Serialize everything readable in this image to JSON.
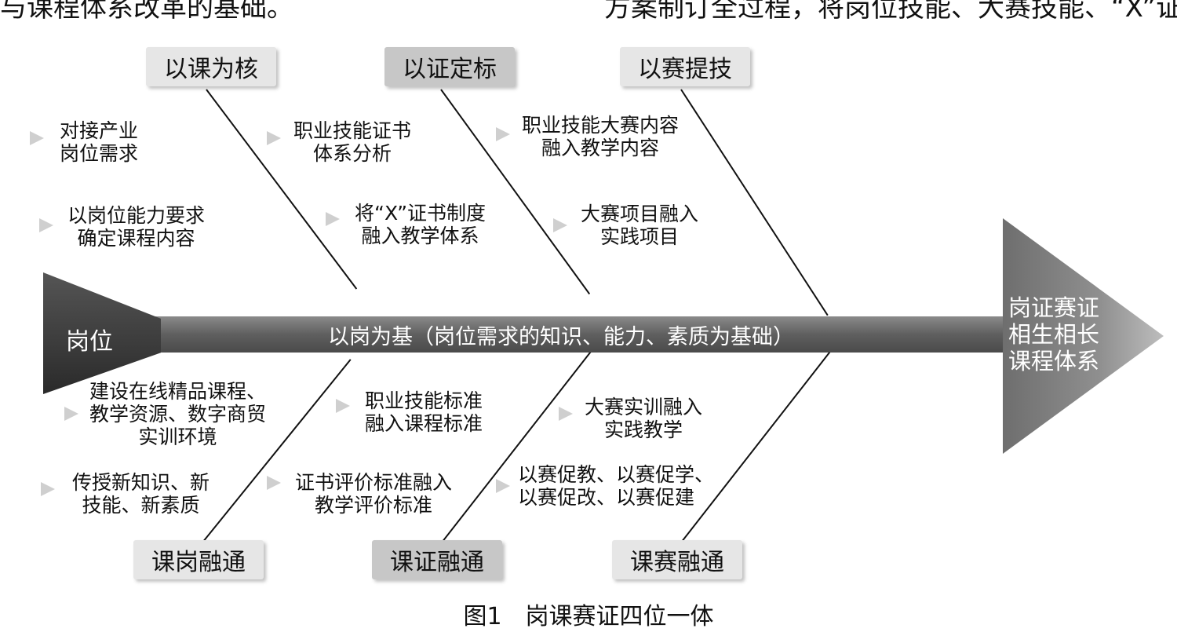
{
  "top_text": {
    "left": "与课程体系改革的基础。",
    "right": "方案制订全过程，将岗位技能、大赛技能、“X”证书"
  },
  "tail": "岗位",
  "spine": "以岗为基（岗位需求的知识、能力、素质为基础）",
  "head": [
    "岗证赛证",
    "相生相长",
    "课程体系"
  ],
  "top_boxes": [
    "以课为核",
    "以证定标",
    "以赛提技"
  ],
  "bottom_boxes": [
    "课岗融通",
    "课证融通",
    "课赛融通"
  ],
  "top_items": [
    [
      "对接产业",
      "岗位需求"
    ],
    [
      "以岗位能力要求",
      "确定课程内容"
    ],
    [
      "职业技能证书",
      "体系分析"
    ],
    [
      "将“X”证书制度",
      "融入教学体系"
    ],
    [
      "职业技能大赛内容",
      "融入教学内容"
    ],
    [
      "大赛项目融入",
      "实践项目"
    ]
  ],
  "bottom_items": [
    [
      "建设在线精品课程、",
      "教学资源、数字商贸",
      "实训环境"
    ],
    [
      "传授新知识、新",
      "技能、新素质"
    ],
    [
      "职业技能标准",
      "融入课程标准"
    ],
    [
      "证书评价标准融入",
      "教学评价标准"
    ],
    [
      "大赛实训融入",
      "实践教学"
    ],
    [
      "以赛促教、以赛促学、",
      "以赛促改、以赛促建"
    ]
  ],
  "caption": "图1　岗课赛证四位一体"
}
